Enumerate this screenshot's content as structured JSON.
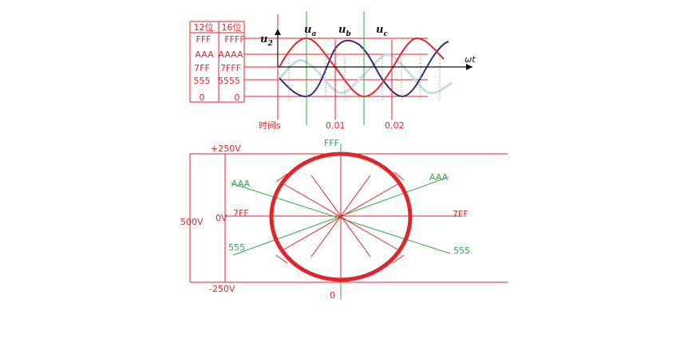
{
  "table": {
    "headers": [
      "12位",
      "16位"
    ],
    "rows": [
      [
        "FFF",
        "FFFF"
      ],
      [
        "AAA",
        "AAAA"
      ],
      [
        "7FF",
        "7FFF"
      ],
      [
        "555",
        "5555"
      ],
      [
        "0",
        "0"
      ]
    ]
  },
  "waveform": {
    "u2_label": "u",
    "u2_sub": "2",
    "phase_a": "u",
    "phase_a_sub": "a",
    "phase_b": "u",
    "phase_b_sub": "b",
    "phase_c": "u",
    "phase_c_sub": "c",
    "omega_t": "ωt",
    "time_label": "时间s",
    "tick_1": "0.01",
    "tick_2": "0.02"
  },
  "circle": {
    "top_label": "FFF",
    "bottom_label": "0",
    "plus_v": "+250V",
    "minus_v": "-250V",
    "span_v": "500V",
    "zero_v": "0V",
    "left_mid": "7FF",
    "right_mid": "7FF",
    "left_upper": "AAA",
    "right_upper": "AAA",
    "left_lower": "555",
    "right_lower": "555"
  },
  "colors": {
    "red": "#e0262b",
    "green": "#2eaa46",
    "navy": "#2f2f7a",
    "lightblue": "#c5dde0"
  }
}
